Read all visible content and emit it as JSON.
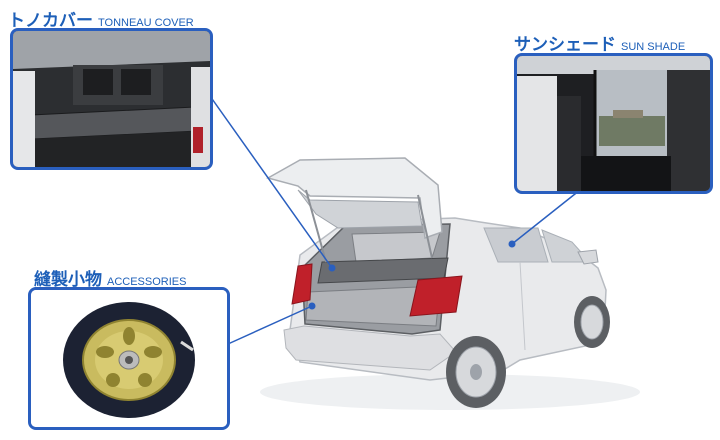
{
  "callouts": {
    "tonneau": {
      "jp": "トノカバー",
      "en": "TONNEAU COVER",
      "photo_icon": "tonneau-cover-photo"
    },
    "sunshade": {
      "jp": "サンシェード",
      "en": "SUN SHADE",
      "photo_icon": "sun-shade-photo"
    },
    "accessories": {
      "jp": "縫製小物",
      "en": "ACCESSORIES",
      "photo_icon": "spare-tire-cover-photo"
    }
  },
  "colors": {
    "accent": "#1d5fb8",
    "frame": "#2a5fbf",
    "car_body": "#e9eaec",
    "car_outline": "#b8bcc2",
    "taillight": "#c0202a"
  },
  "illustration": {
    "icon": "hatchback-car-open-trunk"
  }
}
